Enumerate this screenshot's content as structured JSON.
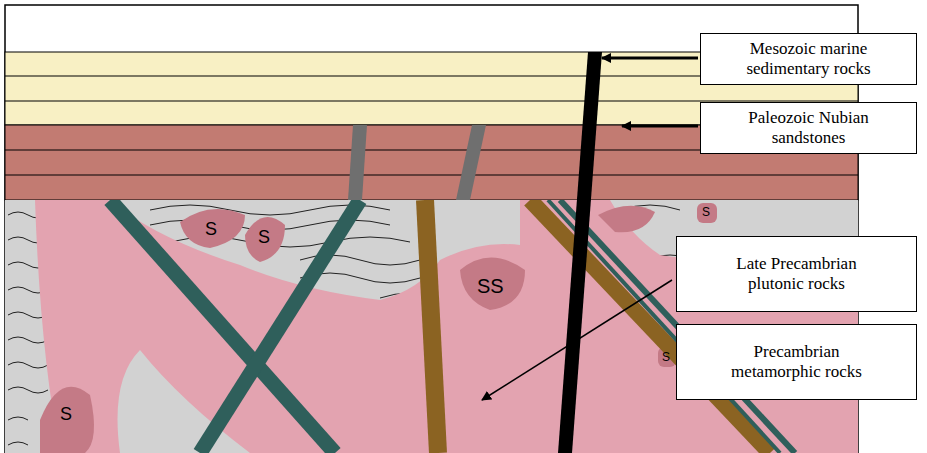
{
  "diagram": {
    "nodes": [
      {
        "text": [
          "Mesozoic marine sedimentary rocks"
        ]
      },
      {
        "text": [
          "Paleozoic Nubian sandstones"
        ]
      },
      {
        "text": [
          "Late Precambrian plutonic rocks"
        ]
      },
      {
        "text": [
          "Precambrian metamorphic rocks"
        ]
      }
    ],
    "labels": [
      "S",
      "S",
      "SS",
      "S",
      "S",
      "S"
    ]
  }
}
